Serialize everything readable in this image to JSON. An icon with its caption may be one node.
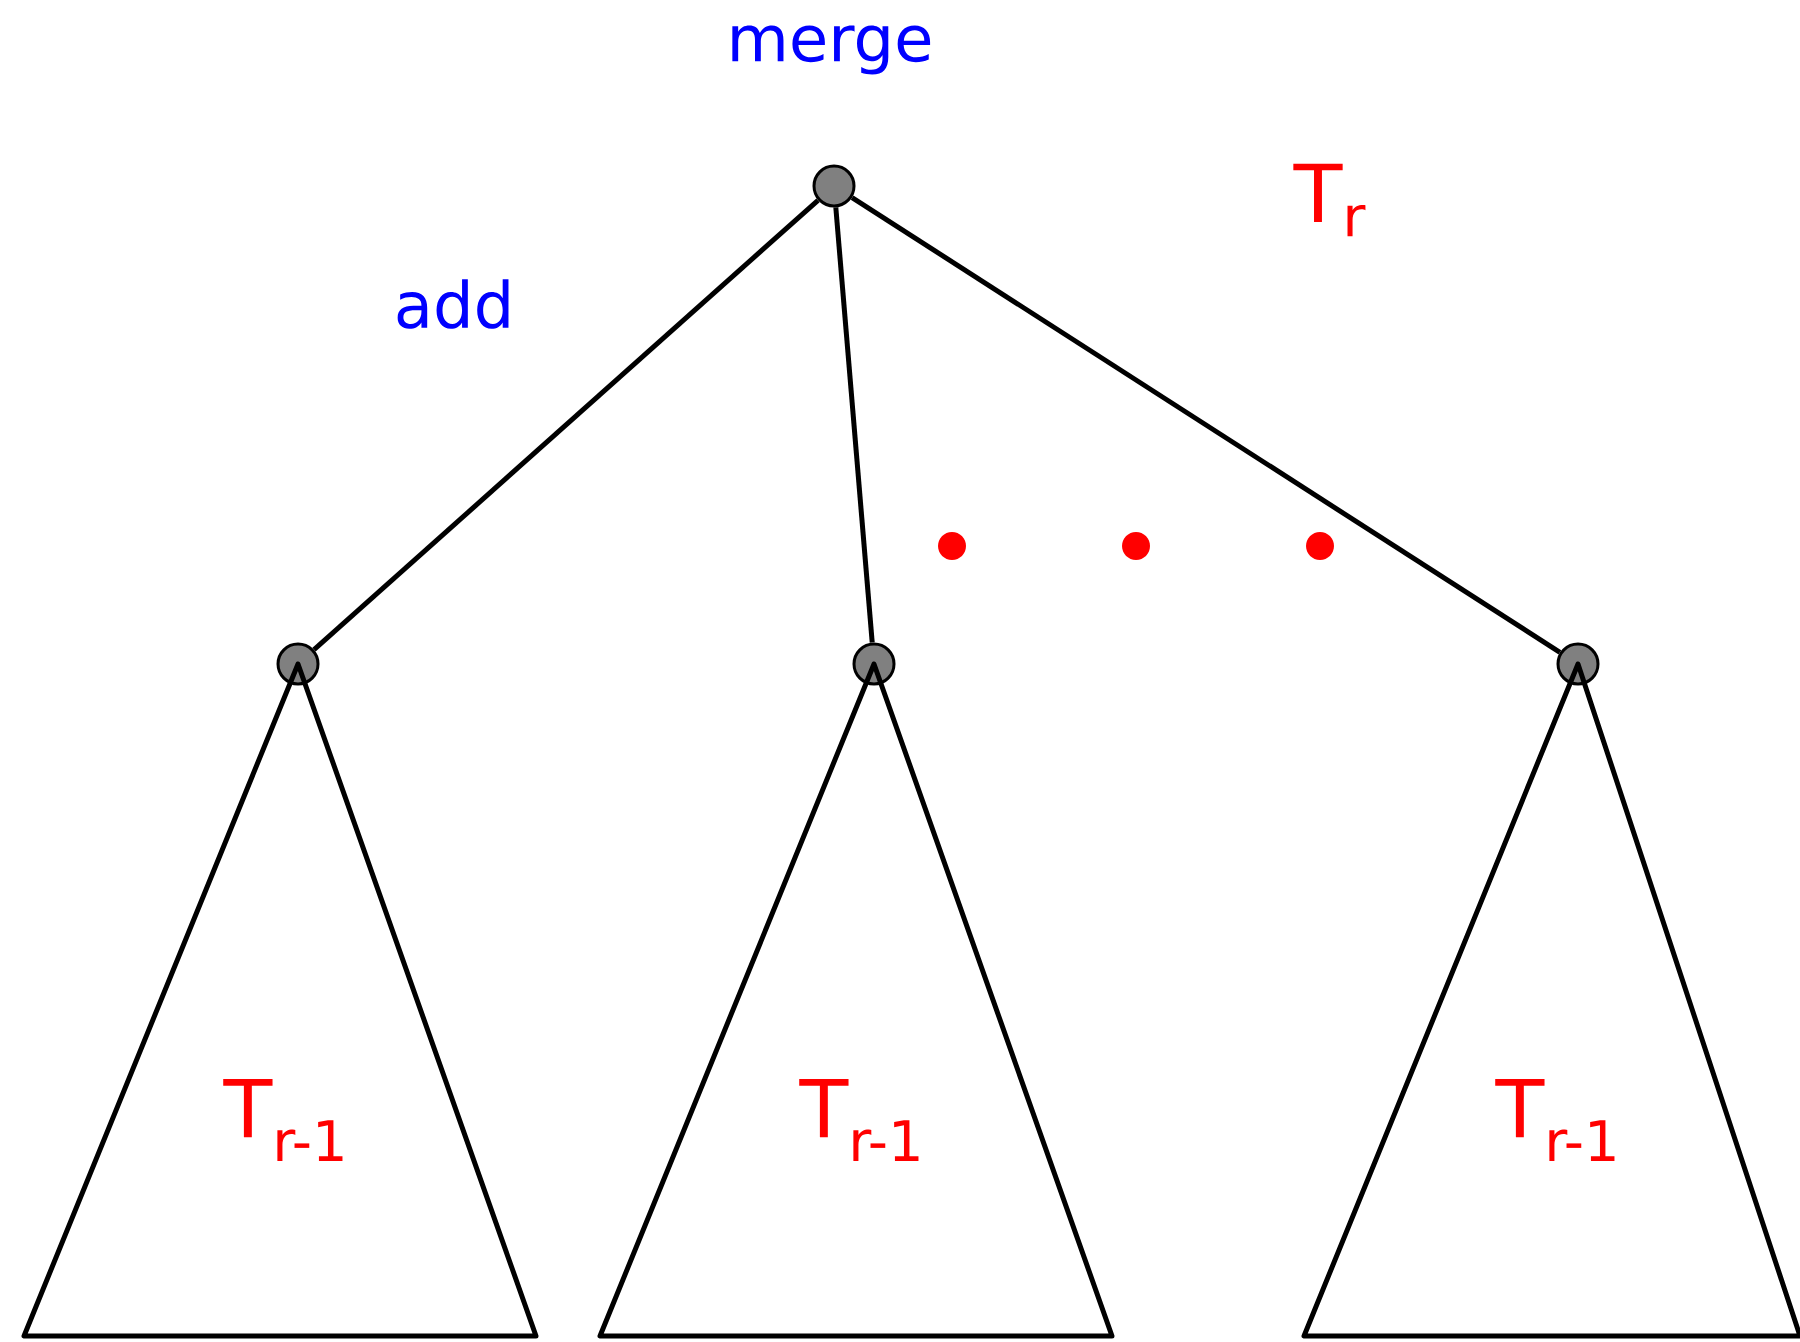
{
  "diagram": {
    "nodes": [
      {
        "text": [],
        "shape": "circle"
      },
      {
        "text": [],
        "shape": "circle"
      },
      {
        "text": [],
        "shape": "circle"
      },
      {
        "text": [],
        "shape": "circle"
      },
      {
        "text": [
          "T$_{r-1}$"
        ]
      },
      {
        "text": [
          "T$_{r-1}$"
        ]
      },
      {
        "text": [
          "T$_{r-1}$"
        ]
      }
    ],
    "edges": [
      {
        "from": 0,
        "to": 1,
        "arrow": "none"
      },
      {
        "from": 0,
        "to": 2,
        "arrow": "none"
      },
      {
        "from": 0,
        "to": 3,
        "arrow": "none"
      }
    ],
    "labels": [
      "merge",
      "T$_{r}$",
      "add"
    ]
  }
}
